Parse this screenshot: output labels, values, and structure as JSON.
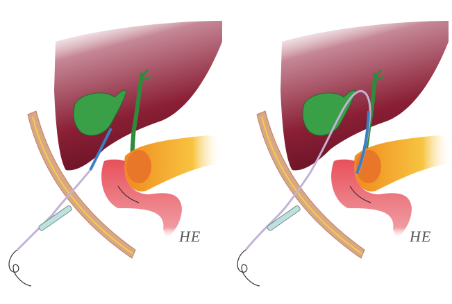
{
  "figure": {
    "description": "Two-panel medical illustration of EUS-guided biliary drainage through the gastric wall into the bile duct",
    "panels": [
      {
        "id": "left",
        "signature": "HE",
        "state": "needle and guidewire puncturing toward bile duct"
      },
      {
        "id": "right",
        "signature": "HE",
        "state": "guidewire and stent advanced through bile duct into duodenum"
      }
    ],
    "colors": {
      "liver": "#8a1f35",
      "gallbladder": "#3aa048",
      "bile_duct": "#2f8a3c",
      "pancreas": "#f4a322",
      "duodenum": "#e8505a",
      "stent_blue": "#3a7fc4",
      "guidewire_lilac": "#c3b2d6",
      "needle_handle": "#bfe0dc",
      "wall_tan": "#d9a787",
      "fat_yellow": "#f1d040"
    }
  }
}
